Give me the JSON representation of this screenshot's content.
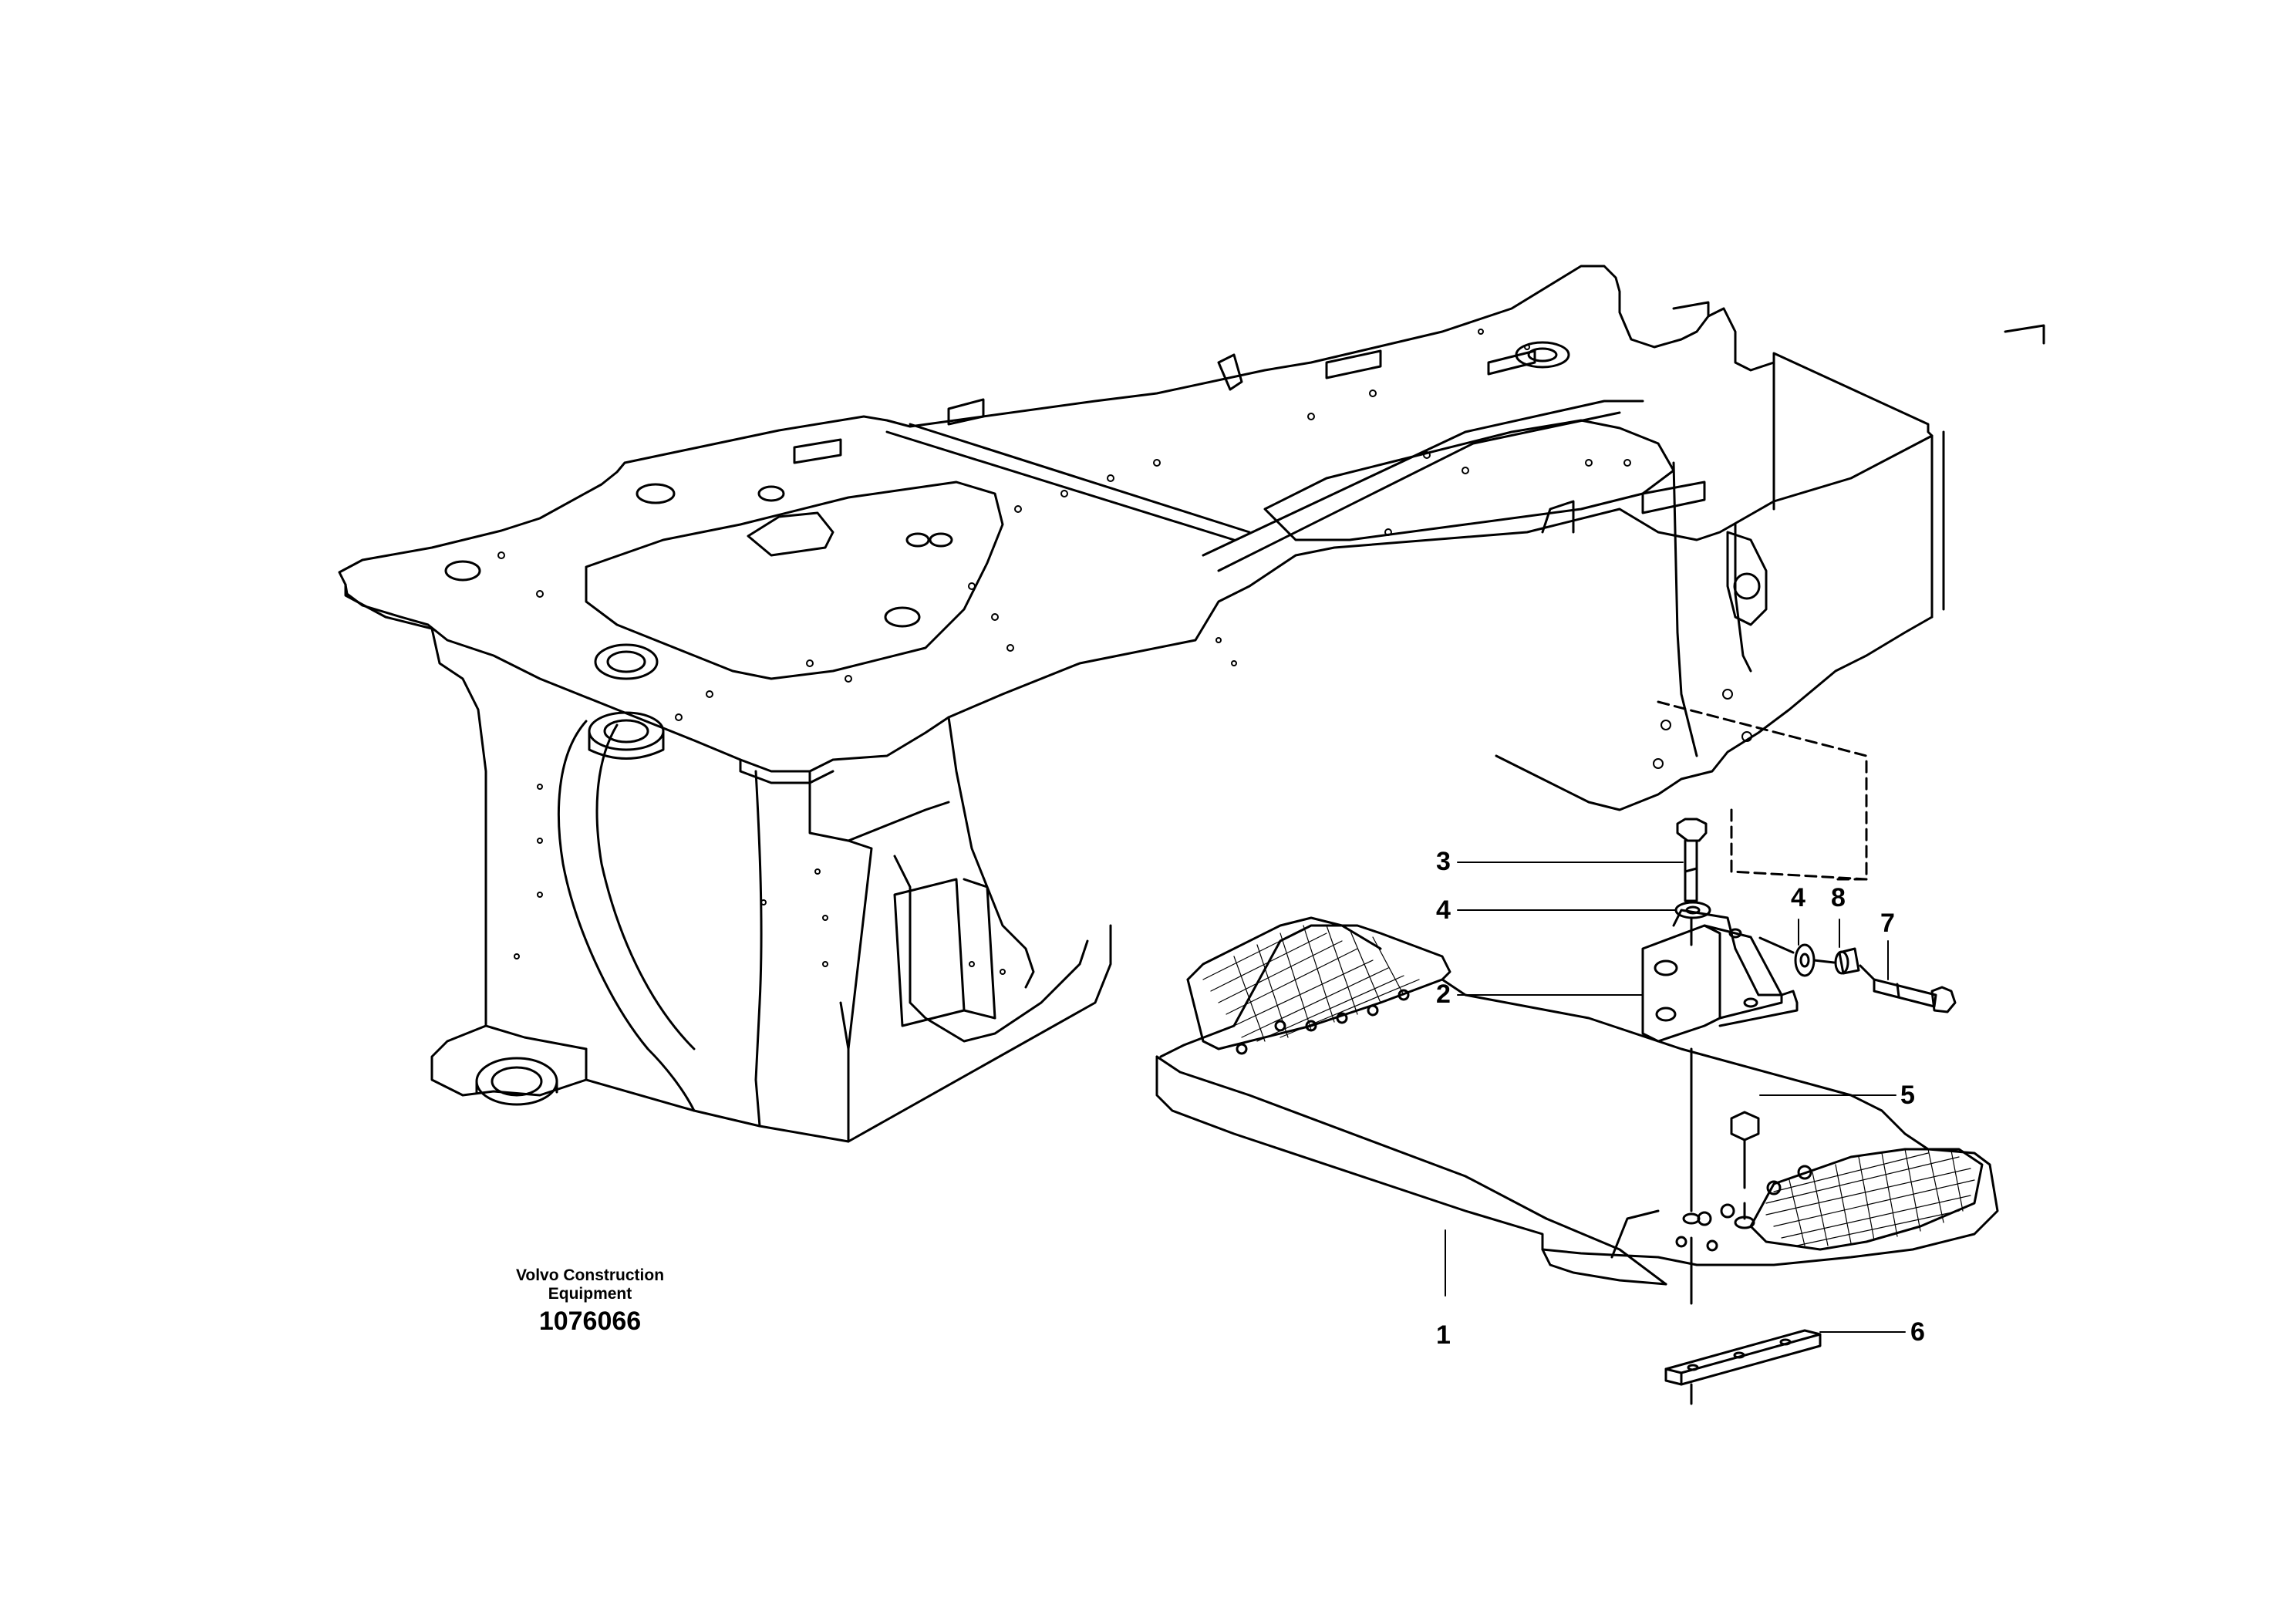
{
  "figure": {
    "manufacturer_line1": "Volvo Construction",
    "manufacturer_line2": "Equipment",
    "figure_number": "1076066"
  },
  "callouts": {
    "c1": "1",
    "c2": "2",
    "c3": "3",
    "c4a": "4",
    "c4b": "4",
    "c5": "5",
    "c6": "6",
    "c7": "7",
    "c8": "8"
  },
  "parts": [
    {
      "ref": "1",
      "icon": "step-plate-icon"
    },
    {
      "ref": "2",
      "icon": "mounting-bracket-icon"
    },
    {
      "ref": "3",
      "icon": "hex-bolt-icon"
    },
    {
      "ref": "4",
      "icon": "washer-icon"
    },
    {
      "ref": "5",
      "icon": "nut-icon"
    },
    {
      "ref": "6",
      "icon": "clamp-plate-icon"
    },
    {
      "ref": "7",
      "icon": "flange-bolt-icon"
    },
    {
      "ref": "8",
      "icon": "spacer-icon"
    }
  ],
  "colors": {
    "line": "#000000",
    "background": "#ffffff",
    "dashed": "#000000"
  }
}
